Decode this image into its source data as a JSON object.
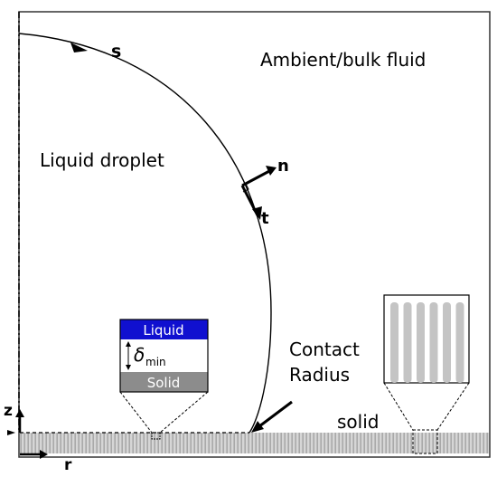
{
  "labels": {
    "s": "s",
    "ambient": "Ambient/bulk fluid",
    "droplet": "Liquid droplet",
    "n": "n",
    "t": "t",
    "contact_line1": "Contact",
    "contact_line2": "Radius",
    "solid": "solid",
    "z": "z",
    "r": "r"
  },
  "inset": {
    "liquid": "Liquid",
    "delta_symbol": "δ",
    "delta_sub": "min",
    "solid": "Solid"
  },
  "colors": {
    "liquid": "#1010d0",
    "solid_box": "#8c8c8c",
    "substrate": "#c8c8c8",
    "pillar": "#c4c4c4"
  }
}
